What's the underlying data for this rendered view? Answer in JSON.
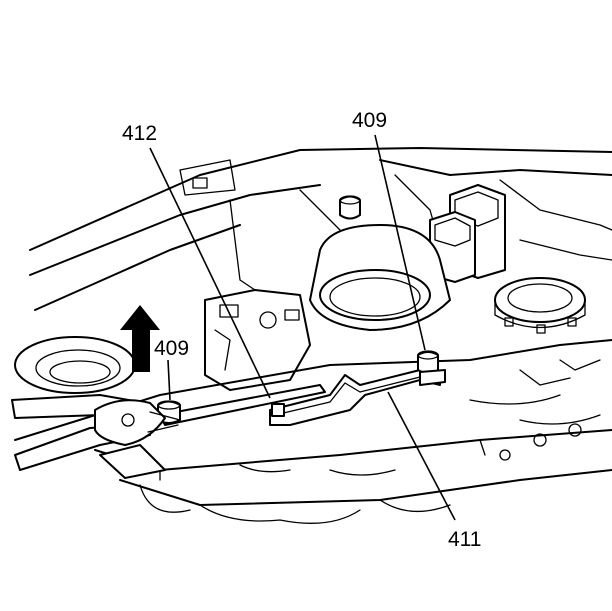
{
  "callouts": {
    "c412": "412",
    "c409_top": "409",
    "c409_left": "409",
    "c411": "411"
  },
  "colors": {
    "ink": "#000000",
    "paper": "#ffffff"
  },
  "icons": {
    "direction_arrow": "arrow-up-icon"
  }
}
